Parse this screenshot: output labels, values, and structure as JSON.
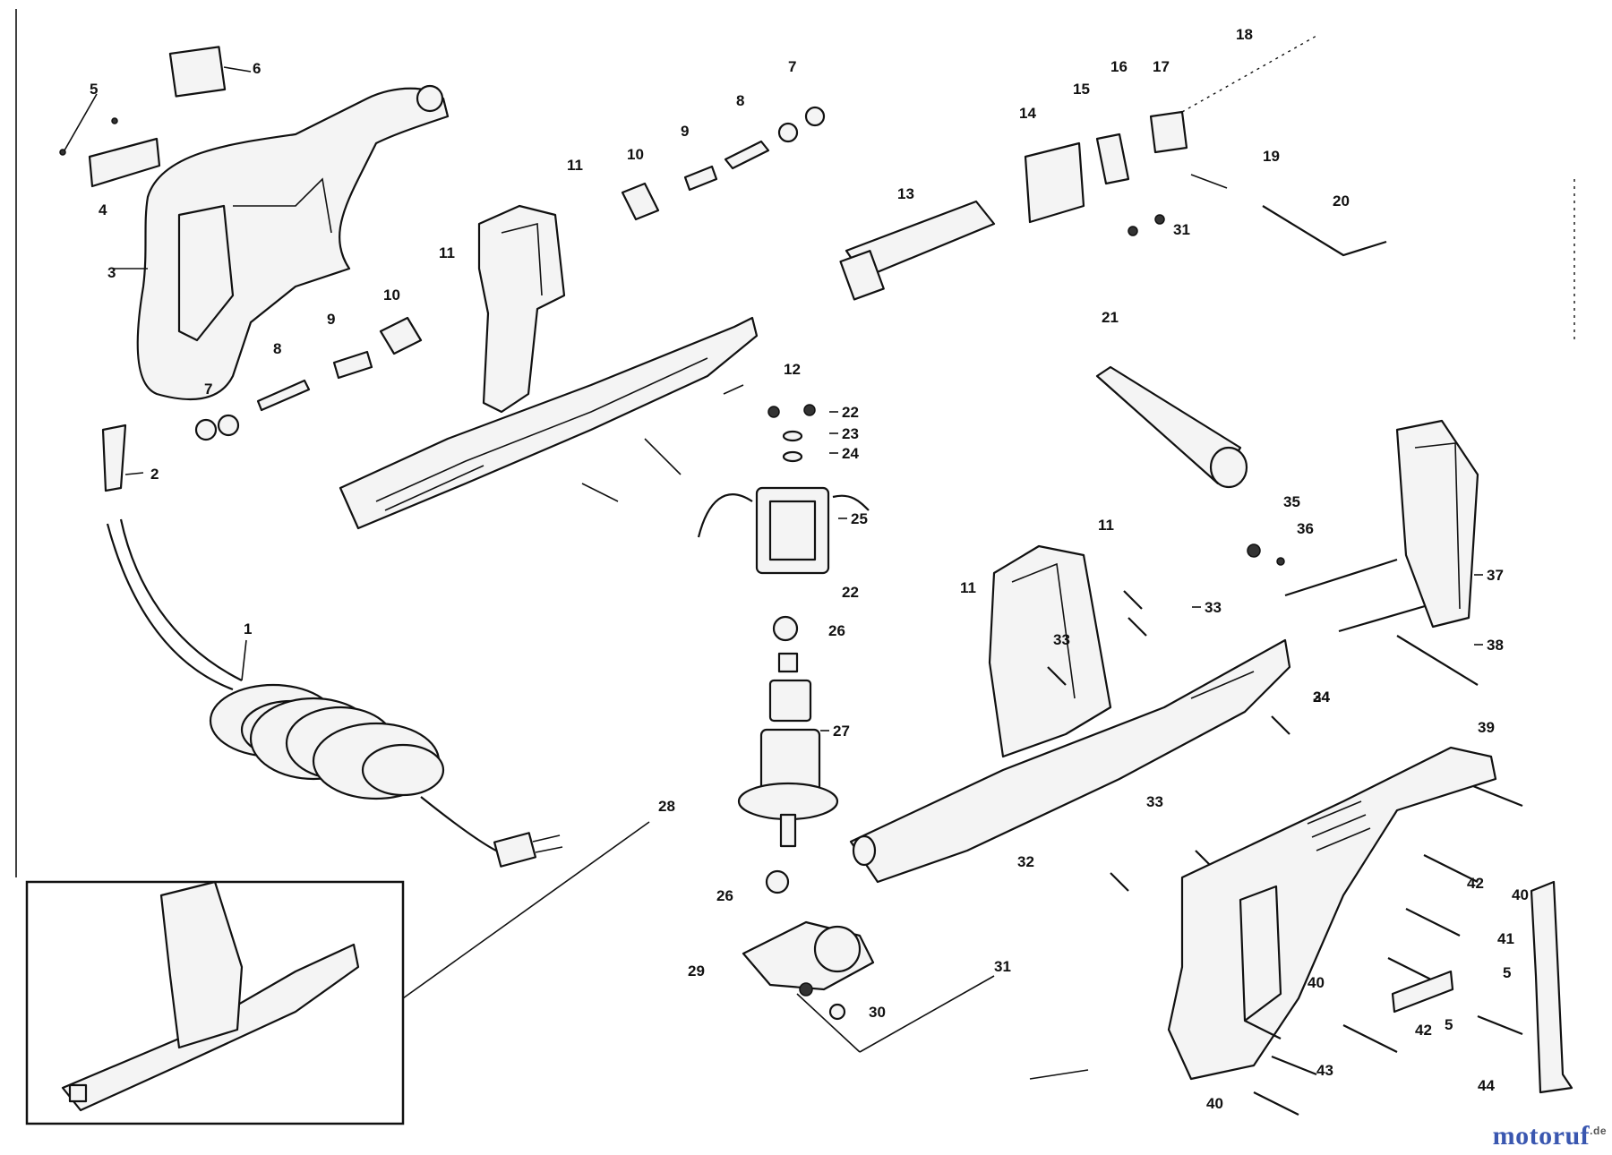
{
  "diagram": {
    "labels": [
      "1",
      "2",
      "3",
      "4",
      "5",
      "6",
      "7",
      "8",
      "9",
      "10",
      "11",
      "12",
      "13",
      "14",
      "15",
      "16",
      "17",
      "18",
      "19",
      "20",
      "21",
      "22",
      "23",
      "24",
      "25",
      "26",
      "27",
      "28",
      "29",
      "30",
      "31",
      "32",
      "33",
      "34",
      "35",
      "36",
      "37",
      "38",
      "39",
      "40",
      "41",
      "42",
      "43",
      "44"
    ],
    "minus_labels": [
      "22",
      "23",
      "24",
      "25",
      "27",
      "33",
      "37",
      "38"
    ]
  },
  "watermark": {
    "brand": "motoruf",
    "suffix": ".de"
  }
}
